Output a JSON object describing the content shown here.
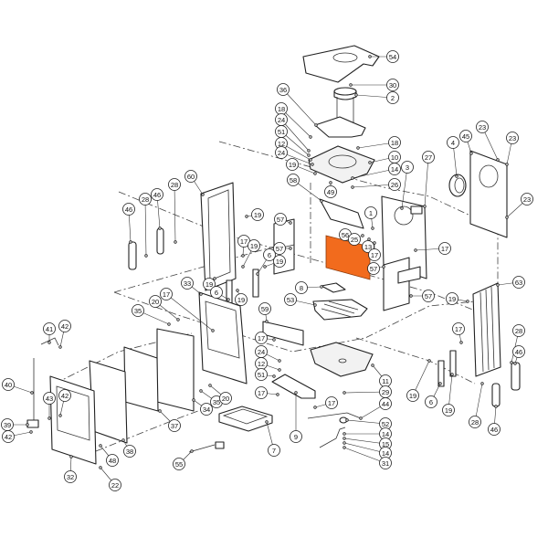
{
  "diagram": {
    "highlight_color": "#F26B1D",
    "callouts": [
      "54",
      "30",
      "2",
      "36",
      "18",
      "24",
      "51",
      "12",
      "24",
      "18",
      "10",
      "19",
      "14",
      "26",
      "49",
      "58",
      "3",
      "27",
      "4",
      "45",
      "23",
      "23",
      "23",
      "1",
      "56",
      "25",
      "13",
      "17",
      "57",
      "57",
      "17",
      "57",
      "57",
      "8",
      "53",
      "19",
      "63",
      "59",
      "17",
      "24",
      "12",
      "51",
      "17",
      "9",
      "17",
      "11",
      "29",
      "44",
      "52",
      "14",
      "15",
      "14",
      "31",
      "7",
      "55",
      "28",
      "46",
      "17",
      "19",
      "6",
      "19",
      "28",
      "46",
      "60",
      "28",
      "28",
      "46",
      "46",
      "19",
      "17",
      "19",
      "6",
      "19",
      "19",
      "33",
      "6",
      "19",
      "17",
      "20",
      "35",
      "41",
      "42",
      "40",
      "43",
      "42",
      "39",
      "42",
      "32",
      "48",
      "22",
      "38",
      "37",
      "34",
      "35",
      "20"
    ]
  }
}
